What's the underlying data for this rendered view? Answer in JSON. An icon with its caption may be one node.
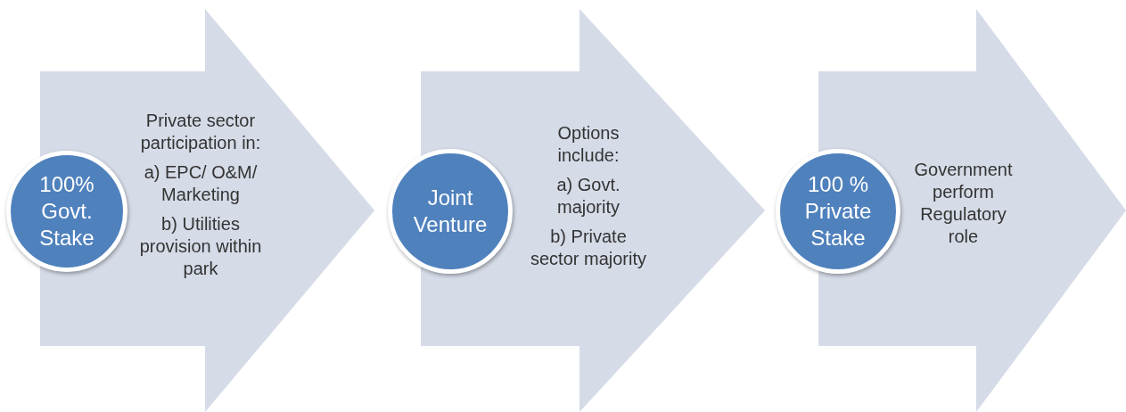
{
  "diagram": {
    "nodes": [
      {
        "text": [
          "Private sector participation in:",
          "a) EPC/ O&M/ Marketing",
          "b) Utilities provision within park"
        ]
      },
      {
        "text": [
          "100% Govt. Stake"
        ]
      },
      {
        "text": [
          "Options include:",
          "a) Govt. majority",
          "b) Private sector majority"
        ]
      },
      {
        "text": [
          "Joint Venture"
        ]
      },
      {
        "text": [
          "Government perform Regulatory role"
        ]
      },
      {
        "text": [
          "100 % Private Stake"
        ]
      }
    ]
  }
}
